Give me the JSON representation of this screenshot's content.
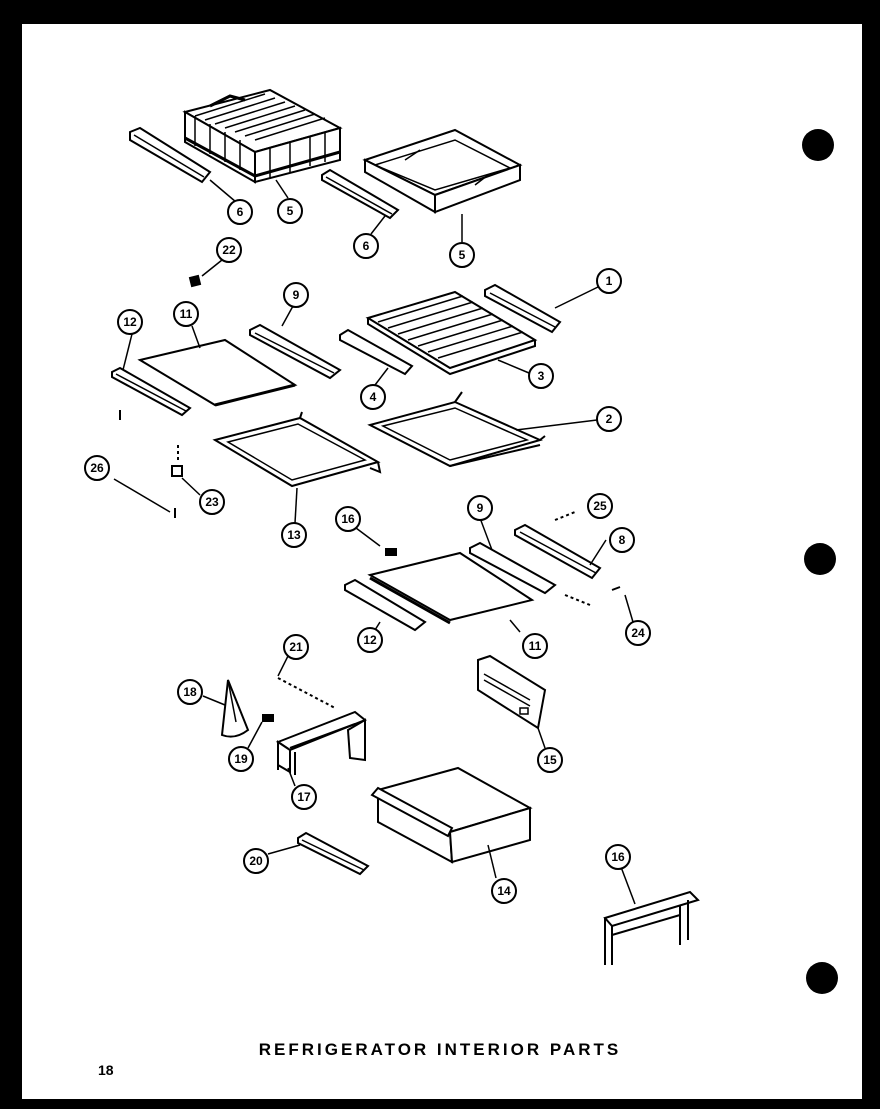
{
  "title": "REFRIGERATOR INTERIOR PARTS",
  "page_number": "18",
  "callouts": {
    "c1": "1",
    "c2": "2",
    "c3": "3",
    "c4": "4",
    "c5a": "5",
    "c5b": "5",
    "c6a": "6",
    "c6b": "6",
    "c8": "8",
    "c9a": "9",
    "c9b": "9",
    "c11a": "11",
    "c11b": "11",
    "c12a": "12",
    "c12b": "12",
    "c13": "13",
    "c14": "14",
    "c15": "15",
    "c16a": "16",
    "c16b": "16",
    "c17": "17",
    "c18": "18",
    "c19": "19",
    "c20": "20",
    "c21": "21",
    "c22": "22",
    "c23": "23",
    "c24": "24",
    "c25": "25",
    "c26": "26"
  }
}
